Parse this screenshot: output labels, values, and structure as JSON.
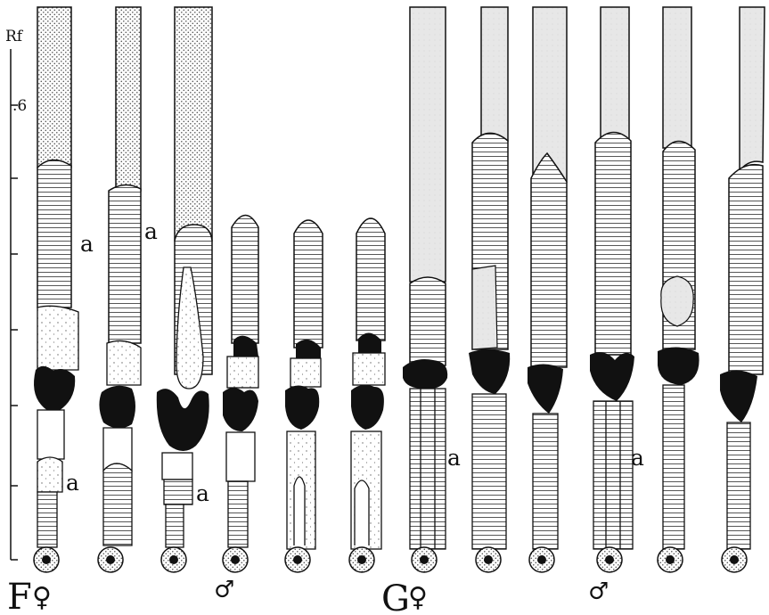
{
  "axis": {
    "label": "Rf",
    "tick_label": ".6"
  },
  "panels": [
    {
      "letter": "F",
      "sex_symbols": [
        "♀",
        "♂"
      ],
      "lane_count": 6
    },
    {
      "letter": "G",
      "sex_symbols": [
        "♀",
        "♂"
      ],
      "lane_count": 6
    }
  ],
  "band_label": "a",
  "colors": {
    "ink": "#111111",
    "stipple": "#9a9a9a",
    "hatch": "#444444",
    "wash": "#e4e4e4"
  }
}
